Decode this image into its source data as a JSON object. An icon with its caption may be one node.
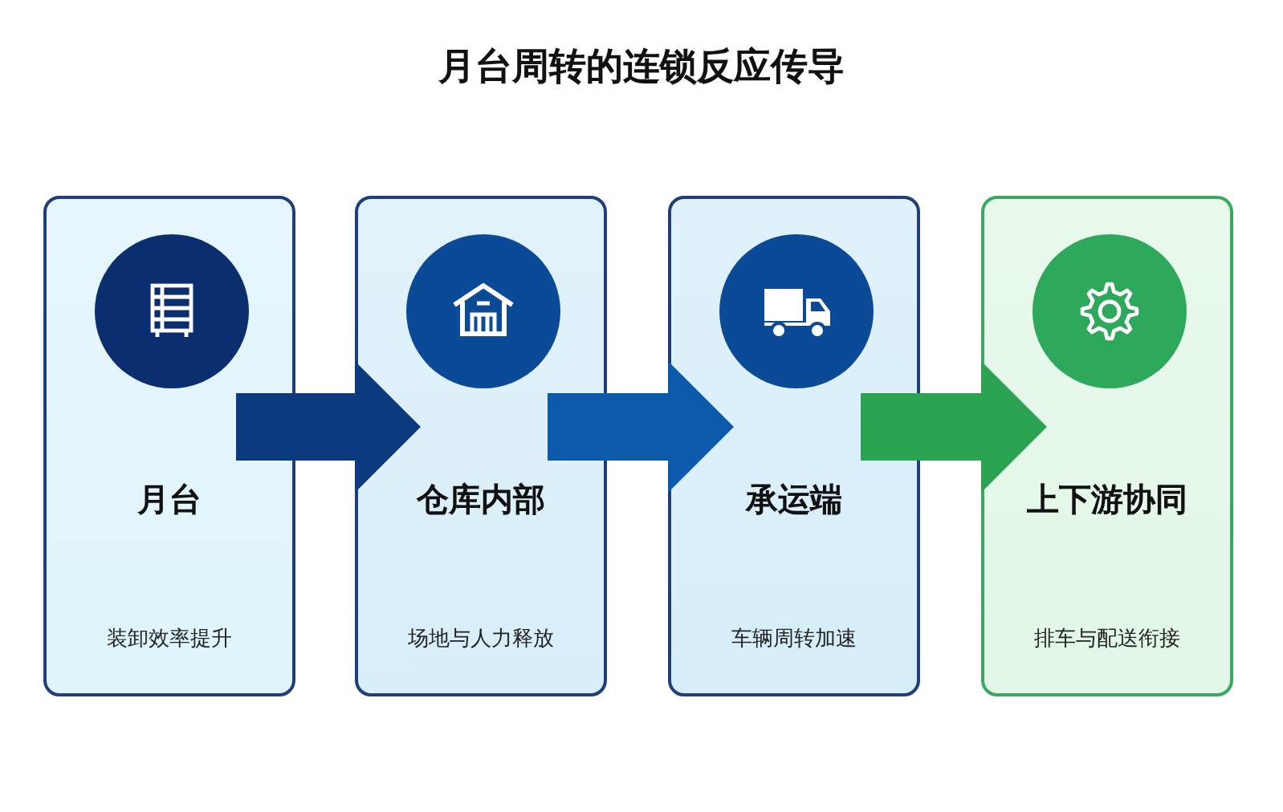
{
  "diagram": {
    "title": "月台周转的连锁反应传导",
    "nodes": [
      {
        "text": [
          "月台",
          "装卸效率提升"
        ]
      },
      {
        "text": [
          "仓库内部",
          "场地与人力释放"
        ]
      },
      {
        "text": [
          "承运端",
          "车辆周转加速"
        ]
      },
      {
        "text": [
          "上下游协同",
          "排车与配送衔接"
        ]
      }
    ],
    "edges": [
      {
        "from": 0,
        "to": 1,
        "arrow": "to",
        "color": "#0b3a7e"
      },
      {
        "from": 1,
        "to": 2,
        "arrow": "to",
        "color": "#0c5aab"
      },
      {
        "from": 2,
        "to": 3,
        "arrow": "to",
        "color": "#2ba352"
      }
    ]
  }
}
